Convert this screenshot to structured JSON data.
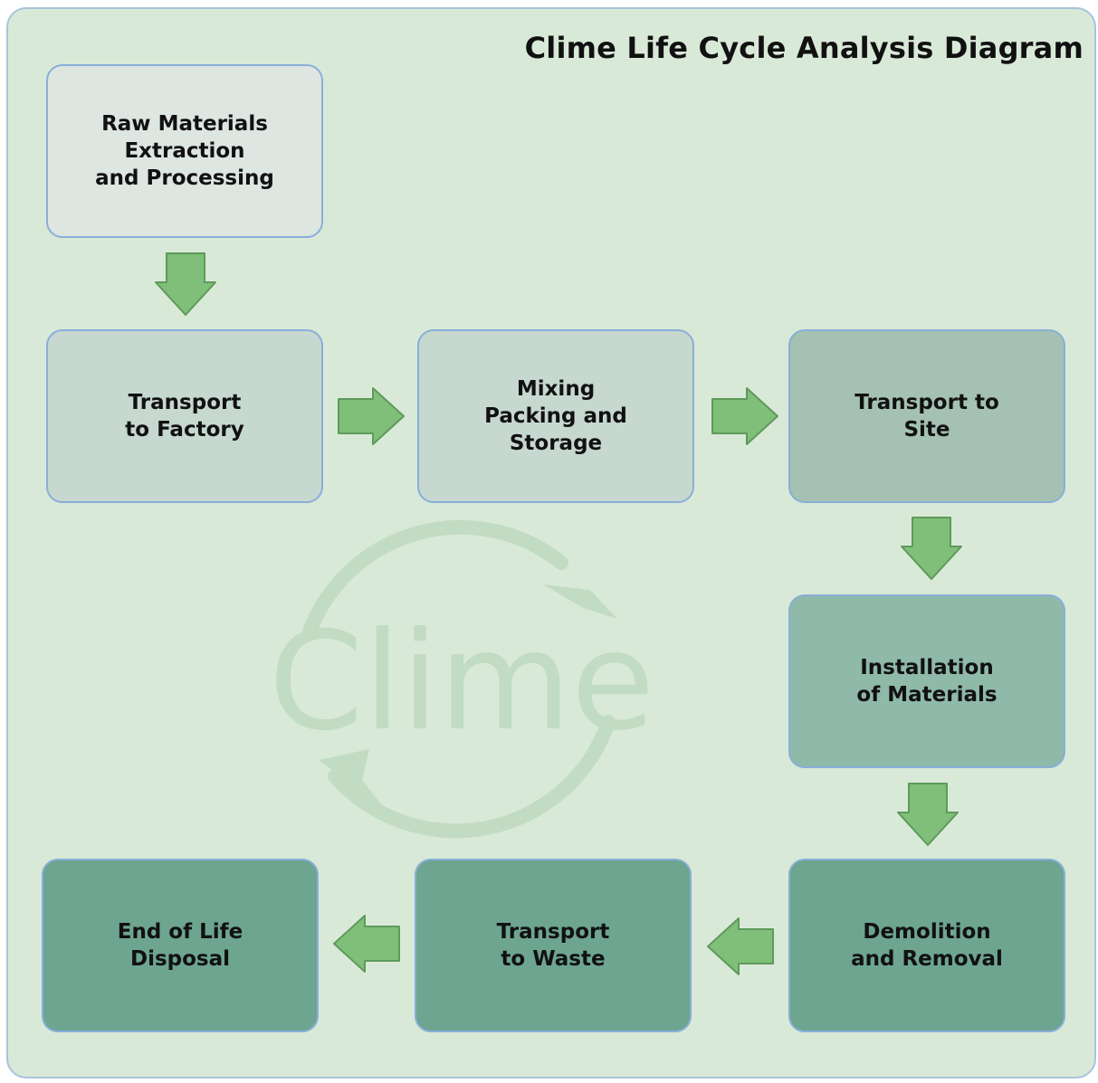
{
  "title": "Clime Life Cycle Analysis Diagram",
  "watermark": "Clime",
  "colors": {
    "background": "#d9e9d8",
    "box_border": "#88afd8",
    "arrow_fill": "#7fbf7a",
    "arrow_stroke": "#5e9a5a",
    "watermark": "#c2dcc3"
  },
  "steps": [
    {
      "label": "Raw Materials\nExtraction\nand Processing",
      "color": "#dde6e1"
    },
    {
      "label": "Transport\nto Factory",
      "color": "#c6d8cf"
    },
    {
      "label": "Mixing\nPacking and\nStorage",
      "color": "#c6d8cf"
    },
    {
      "label": "Transport to\nSite",
      "color": "#a4c1b3"
    },
    {
      "label": "Installation\nof Materials",
      "color": "#8fb9a9"
    },
    {
      "label": "Demolition\nand Removal",
      "color": "#6da590"
    },
    {
      "label": "Transport\nto Waste",
      "color": "#6da590"
    },
    {
      "label": "End of Life\nDisposal",
      "color": "#6da590"
    }
  ],
  "flow": [
    {
      "from": 0,
      "to": 1,
      "direction": "down"
    },
    {
      "from": 1,
      "to": 2,
      "direction": "right"
    },
    {
      "from": 2,
      "to": 3,
      "direction": "right"
    },
    {
      "from": 3,
      "to": 4,
      "direction": "down"
    },
    {
      "from": 4,
      "to": 5,
      "direction": "down"
    },
    {
      "from": 5,
      "to": 6,
      "direction": "left"
    },
    {
      "from": 6,
      "to": 7,
      "direction": "left"
    }
  ]
}
